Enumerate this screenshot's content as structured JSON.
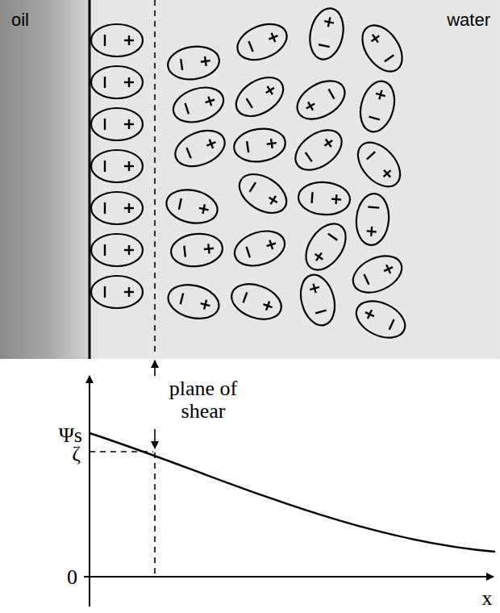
{
  "diagram": {
    "labels": [
      "oil",
      "water",
      "plane of shear",
      "Ψs",
      "ζ",
      "0",
      "x"
    ]
  }
}
